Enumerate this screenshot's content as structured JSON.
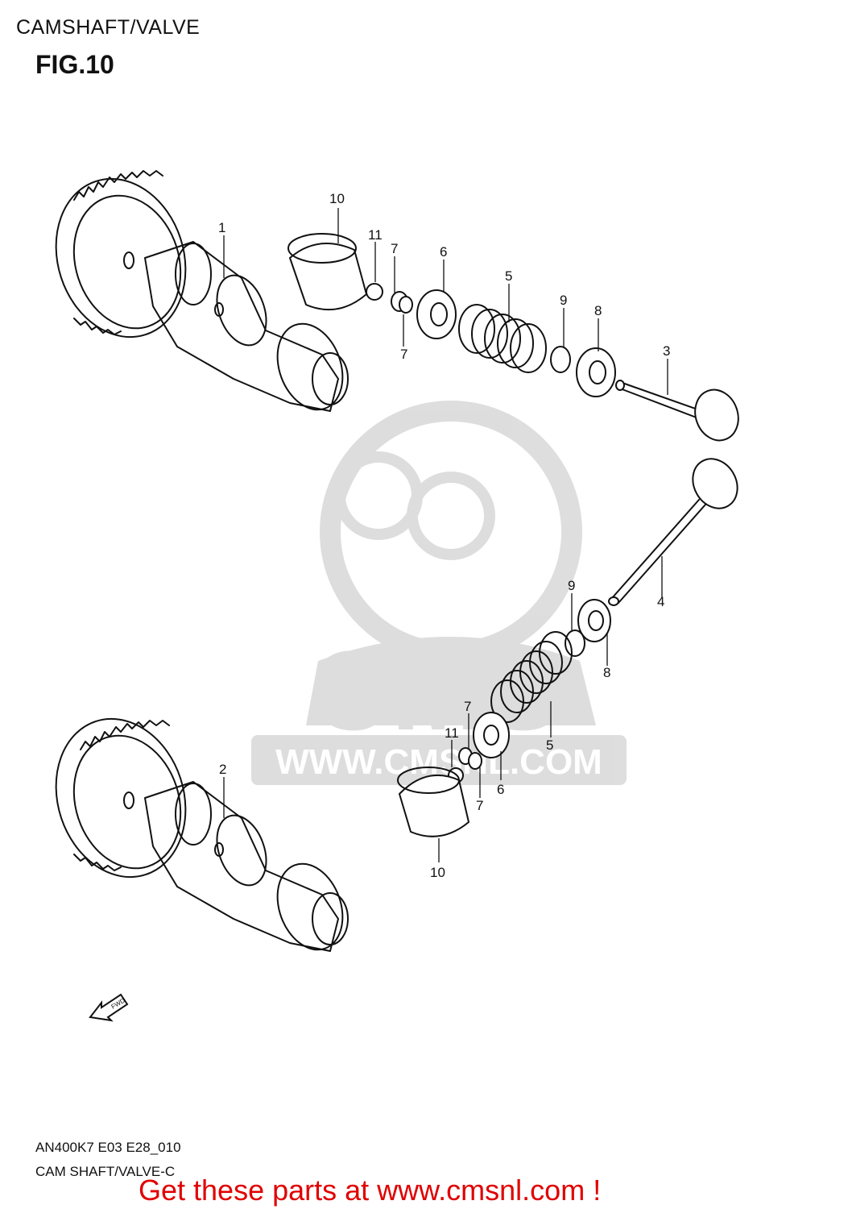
{
  "header": {
    "title": "CAMSHAFT/VALVE",
    "fig": "FIG.10"
  },
  "watermark": {
    "site": "WWW.CMSNL.COM",
    "logo": "CMS"
  },
  "fwd_label": "FWD",
  "callouts": {
    "c1": "1",
    "c2": "2",
    "c3": "3",
    "c4": "4",
    "c5a": "5",
    "c5b": "5",
    "c6a": "6",
    "c6b": "6",
    "c7a": "7",
    "c7b": "7",
    "c7c": "7",
    "c7d": "7",
    "c8a": "8",
    "c8b": "8",
    "c9a": "9",
    "c9b": "9",
    "c10a": "10",
    "c10b": "10",
    "c11a": "11",
    "c11b": "11"
  },
  "footer": {
    "code": "AN400K7 E03 E28_010",
    "subtitle": "CAM SHAFT/VALVE-C",
    "cta": "Get these parts at www.cmsnl.com !"
  }
}
